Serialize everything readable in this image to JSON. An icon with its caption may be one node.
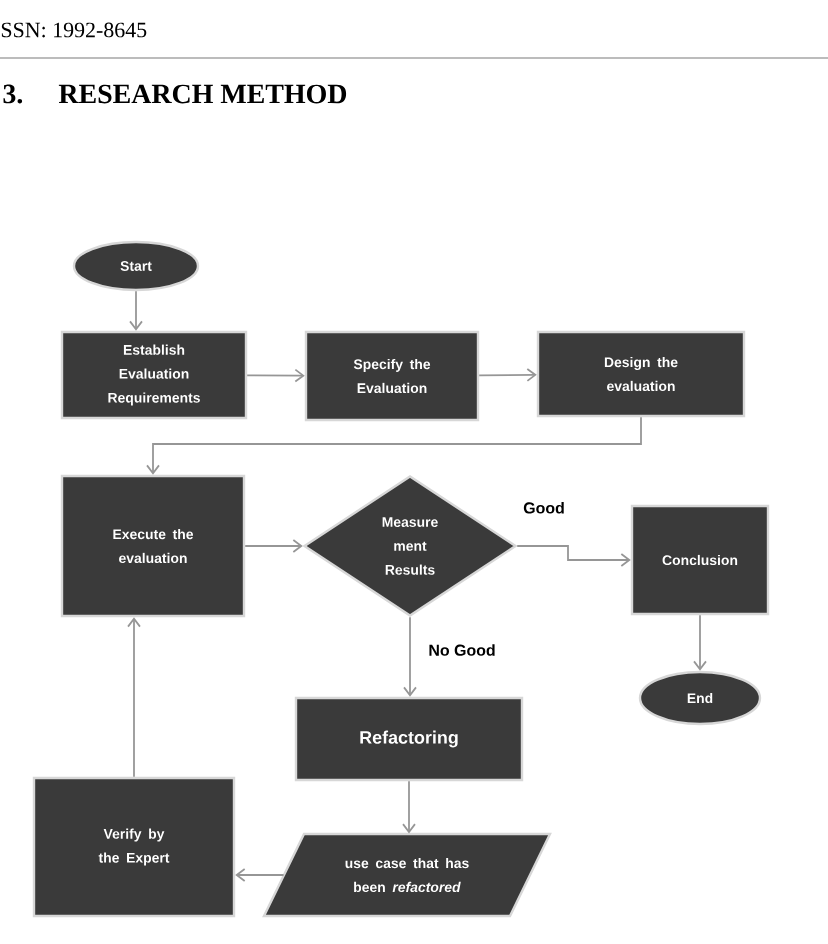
{
  "diagram": {
    "title": "RESEARCH METHOD",
    "nodes": [
      {
        "text": [
          "Start"
        ]
      },
      {
        "text": [
          "Establish Evaluation Requirements"
        ]
      },
      {
        "text": [
          "Specify the Evaluation"
        ]
      },
      {
        "text": [
          "Design the evaluation"
        ]
      },
      {
        "text": [
          "Execute the evaluation"
        ]
      },
      {
        "text": [
          "Measure ment Results"
        ]
      },
      {
        "text": [
          "Conclusion"
        ]
      },
      {
        "text": [
          "End"
        ]
      },
      {
        "text": [
          "Refactoring"
        ]
      },
      {
        "text": [
          "use case that has been *refactored*"
        ]
      },
      {
        "text": [
          "Verify by the Expert"
        ]
      }
    ],
    "edges": [
      {
        "from": 0,
        "to": 1,
        "arrow": "to"
      },
      {
        "from": 1,
        "to": 2,
        "arrow": "to"
      },
      {
        "from": 2,
        "to": 3,
        "arrow": "to"
      },
      {
        "from": 3,
        "to": 4,
        "arrow": "to"
      },
      {
        "from": 4,
        "to": 5,
        "arrow": "to"
      },
      {
        "from": 5,
        "to": 6,
        "arrow": "to",
        "label": "Good"
      },
      {
        "from": 6,
        "to": 7,
        "arrow": "to"
      },
      {
        "from": 5,
        "to": 8,
        "arrow": "to",
        "label": "No Good"
      },
      {
        "from": 8,
        "to": 9,
        "arrow": "to"
      },
      {
        "from": 9,
        "to": 10,
        "arrow": "to"
      },
      {
        "from": 10,
        "to": 4,
        "arrow": "to"
      }
    ],
    "labels": [
      "SSN: 1992-8645",
      "3."
    ]
  }
}
